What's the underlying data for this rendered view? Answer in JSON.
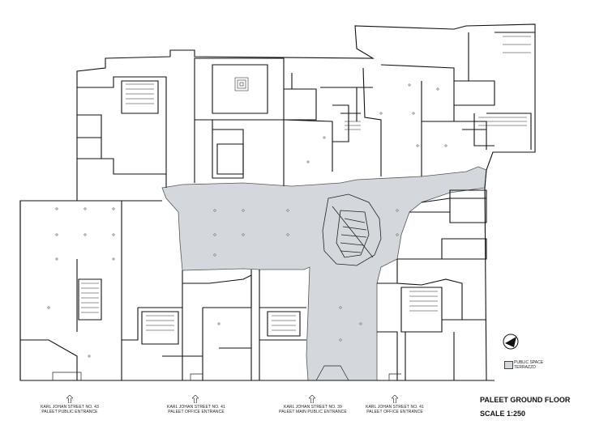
{
  "plan": {
    "title": "PALEET GROUND FLOOR",
    "scale": "SCALE 1:250"
  },
  "legend": {
    "line1": "PUBLIC SPACE",
    "line2": "TERRAZZO",
    "fill_color": "#d4d8dc"
  },
  "entrances": [
    {
      "line1": "KARL JOHAN STREET NO. 43",
      "line2": "PALEET PUBLIC ENTRANCE"
    },
    {
      "line1": "KARL JOHAN STREET NO. 41",
      "line2": "PALEET OFFICE ENTRANCE"
    },
    {
      "line1": "KARL JOHAN STREET NO. 39",
      "line2": "PALEET MAIN PUBLIC ENTRANCE"
    },
    {
      "line1": "KARL JOHAN STREET NO. 41",
      "line2": "PALEET OFFICE ENTRANCE"
    }
  ],
  "icons": {
    "north": "north-arrow-icon",
    "entrance": "up-arrow-icon"
  }
}
